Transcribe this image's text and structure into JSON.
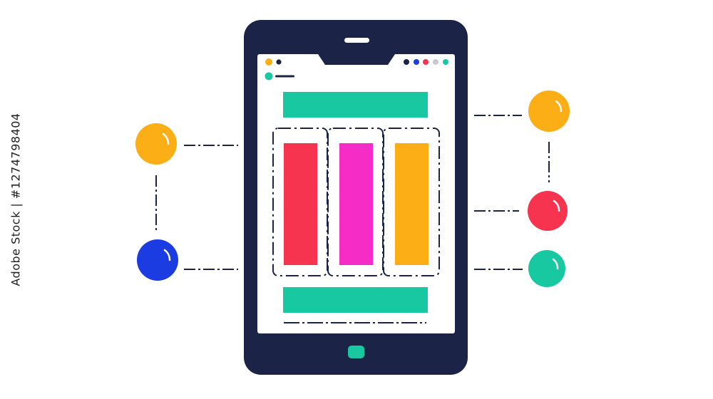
{
  "side_text": "Adobe Stock | #1274798404",
  "colors": {
    "device_frame": "#1b2447",
    "screen": "#ffffff",
    "teal": "#18c8a0",
    "red": "#f7344f",
    "magenta": "#f52cc6",
    "amber": "#fbae16",
    "blue": "#1a3ce0",
    "dark": "#1b2447",
    "gray": "#c6c9d2",
    "connector": "#1b2447"
  },
  "screen": {
    "header_dots": [
      "amber",
      "dark"
    ],
    "status_dots": [
      "dark",
      "blue",
      "red",
      "gray",
      "teal"
    ],
    "header_bar_color": "teal",
    "columns": [
      "red",
      "magenta",
      "amber"
    ],
    "footer_bar_color": "teal"
  },
  "nodes": {
    "left": [
      "amber",
      "blue"
    ],
    "right": [
      "amber",
      "red",
      "teal"
    ]
  }
}
